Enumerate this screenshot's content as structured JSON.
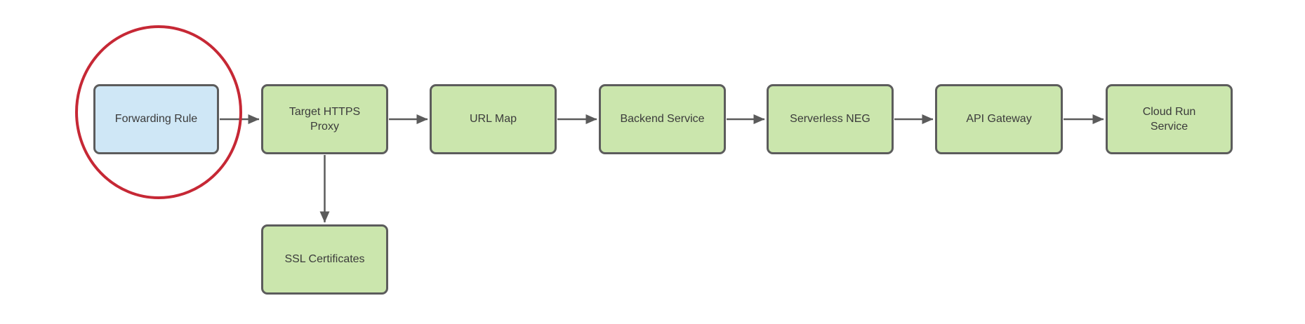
{
  "diagram": {
    "nodes": [
      {
        "id": "forwarding-rule",
        "label": "Forwarding Rule",
        "color": "blue",
        "annotated": true
      },
      {
        "id": "target-https-proxy",
        "label": "Target HTTPS Proxy",
        "color": "green",
        "annotated": false
      },
      {
        "id": "url-map",
        "label": "URL Map",
        "color": "green",
        "annotated": false
      },
      {
        "id": "backend-service",
        "label": "Backend Service",
        "color": "green",
        "annotated": false
      },
      {
        "id": "serverless-neg",
        "label": "Serverless NEG",
        "color": "green",
        "annotated": false
      },
      {
        "id": "api-gateway",
        "label": "API Gateway",
        "color": "green",
        "annotated": false
      },
      {
        "id": "cloud-run-service",
        "label": "Cloud Run Service",
        "color": "green",
        "annotated": false
      },
      {
        "id": "ssl-certificates",
        "label": "SSL Certificates",
        "color": "green",
        "annotated": false
      }
    ],
    "edges": [
      {
        "from": "forwarding-rule",
        "to": "target-https-proxy",
        "direction": "right"
      },
      {
        "from": "target-https-proxy",
        "to": "url-map",
        "direction": "right"
      },
      {
        "from": "url-map",
        "to": "backend-service",
        "direction": "right"
      },
      {
        "from": "backend-service",
        "to": "serverless-neg",
        "direction": "right"
      },
      {
        "from": "serverless-neg",
        "to": "api-gateway",
        "direction": "right"
      },
      {
        "from": "api-gateway",
        "to": "cloud-run-service",
        "direction": "right"
      },
      {
        "from": "target-https-proxy",
        "to": "ssl-certificates",
        "direction": "down"
      }
    ],
    "annotation": {
      "type": "circle",
      "around": "forwarding-rule"
    }
  },
  "colors": {
    "node_green": "#cbe6ad",
    "node_blue": "#cfe7f6",
    "border": "#5c5c5c",
    "arrow": "#5b5b5b",
    "highlight_circle": "#c62835",
    "text": "#3b3b3b",
    "bg": "#ffffff"
  }
}
